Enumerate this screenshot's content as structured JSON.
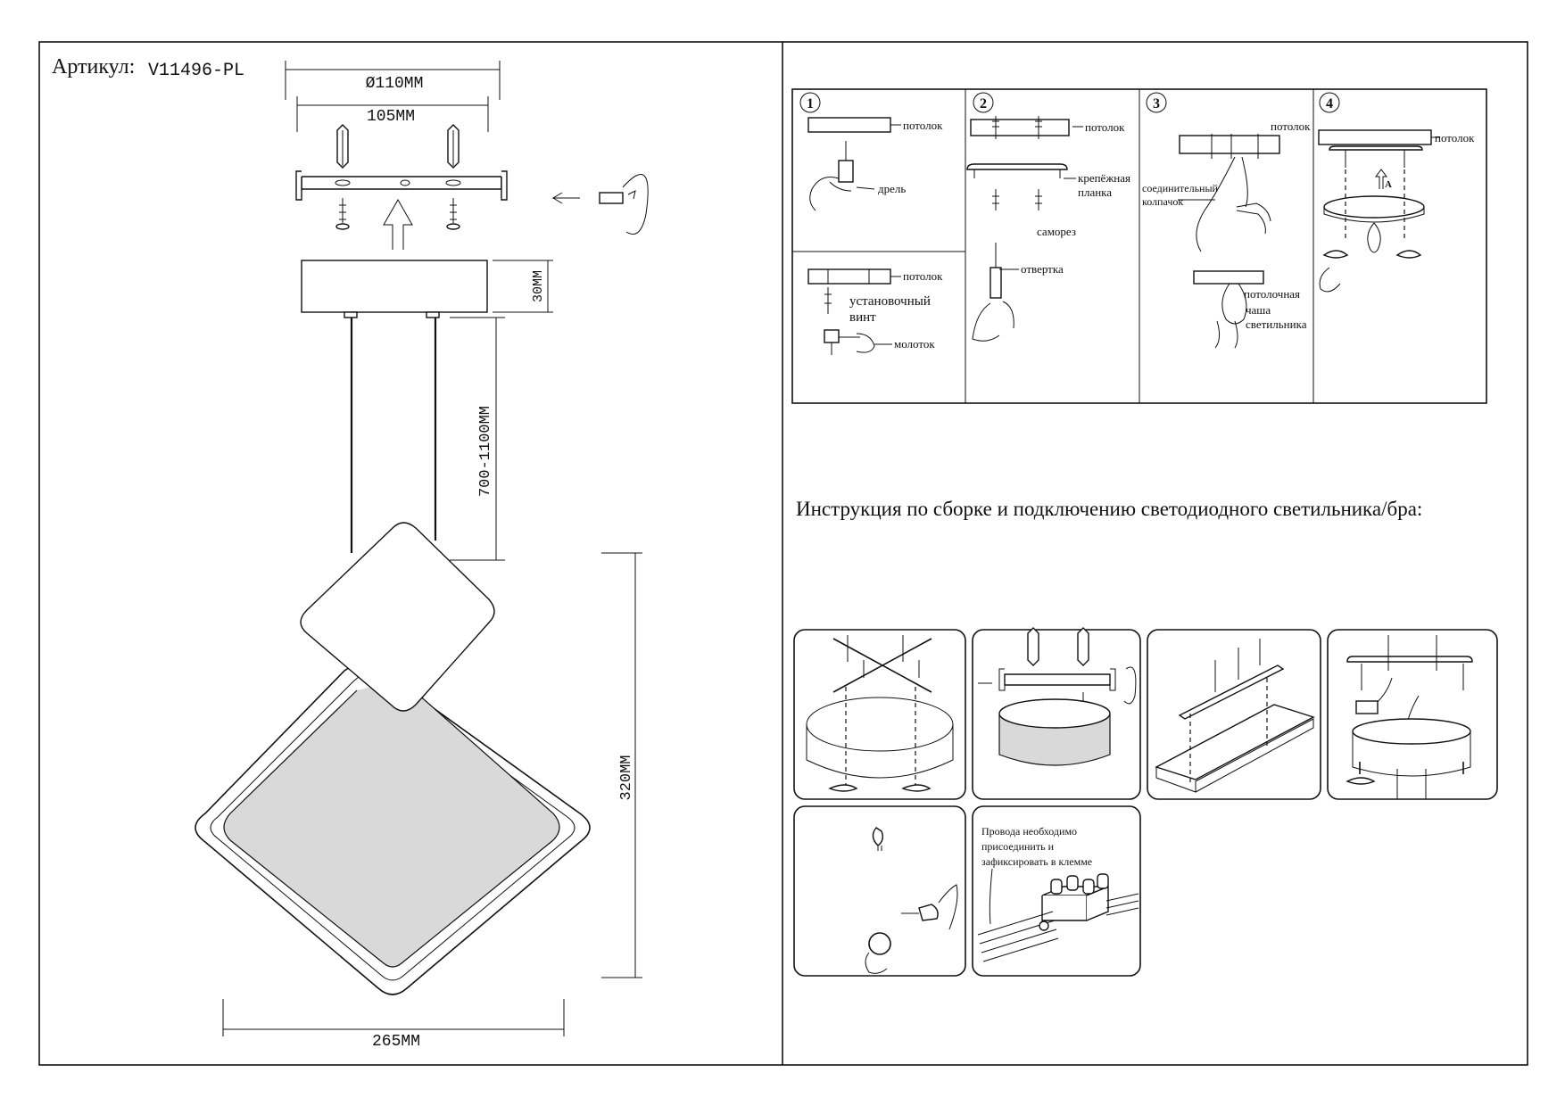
{
  "article": {
    "label": "Артикул:",
    "code": "V11496-PL"
  },
  "dimensions": {
    "canopy_diameter": "Ø110MM",
    "bracket_width": "105MM",
    "canopy_height": "30MM",
    "cable_length": "700-1100MM",
    "lamp_height": "320MM",
    "lamp_width": "265MM"
  },
  "instruction_title": "Инструкция по сборке и подключению светодиодного светильника/бра:",
  "steps": {
    "s1": {
      "num": "1",
      "ceiling": "потолок",
      "drill": "дрель"
    },
    "s1b": {
      "ceiling": "потолок",
      "screw_l1": "установочный",
      "screw_l2": "винт",
      "hammer": "молоток"
    },
    "s2": {
      "num": "2",
      "ceiling": "потолок",
      "plate_l1": "крепёжная",
      "plate_l2": "планка",
      "screw": "саморез",
      "screwdriver": "отвертка"
    },
    "s3": {
      "num": "3",
      "ceiling": "потолок",
      "cap_l1": "соединительный",
      "cap_l2": "колпачок",
      "cup_l1": "потолочная",
      "cup_l2": "чаша",
      "cup_l3": "светильника"
    },
    "s4": {
      "num": "4",
      "ceiling": "потолок",
      "arrow_label": "A"
    }
  },
  "wiring_note": {
    "line1": "Провода необходимо",
    "line2": "присоединить и",
    "line3": "зафиксировать в клемме"
  }
}
